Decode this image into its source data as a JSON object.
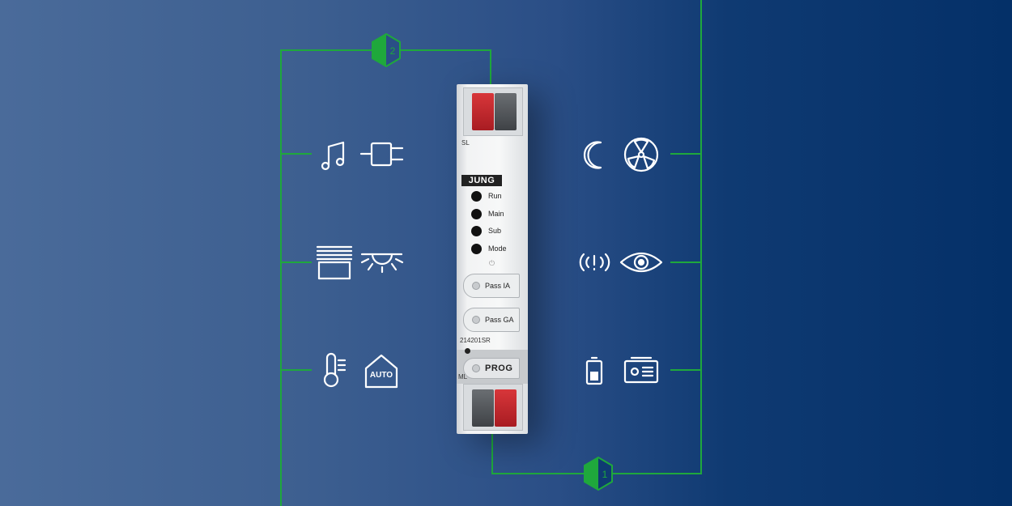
{
  "device": {
    "brand": "JUNG",
    "model": "214201SR",
    "top_terminal_label": "SL",
    "bottom_terminal_label": "ML",
    "leds": [
      {
        "label": "Run"
      },
      {
        "label": "Main"
      },
      {
        "label": "Sub"
      },
      {
        "label": "Mode"
      }
    ],
    "buttons": {
      "pass_ia": "Pass IA",
      "pass_ga": "Pass GA",
      "prog": "PROG"
    }
  },
  "bus_lines": [
    {
      "badge": "2"
    },
    {
      "badge": "1"
    }
  ],
  "left_icons": [
    [
      "music-note-icon",
      "power-plug-icon"
    ],
    [
      "blinds-icon",
      "light-icon"
    ],
    [
      "thermometer-icon",
      "auto-house-icon"
    ]
  ],
  "right_icons": [
    [
      "night-moon-icon",
      "fan-icon"
    ],
    [
      "alarm-signal-icon",
      "eye-presence-icon"
    ],
    [
      "battery-icon",
      "radio-icon"
    ]
  ],
  "auto_text": "AUTO",
  "colors": {
    "bus_line": "#1fa83c",
    "background_left": "#4a6b9a",
    "background_right": "#043068",
    "terminal_red": "#c8282e",
    "terminal_grey": "#55595d"
  }
}
